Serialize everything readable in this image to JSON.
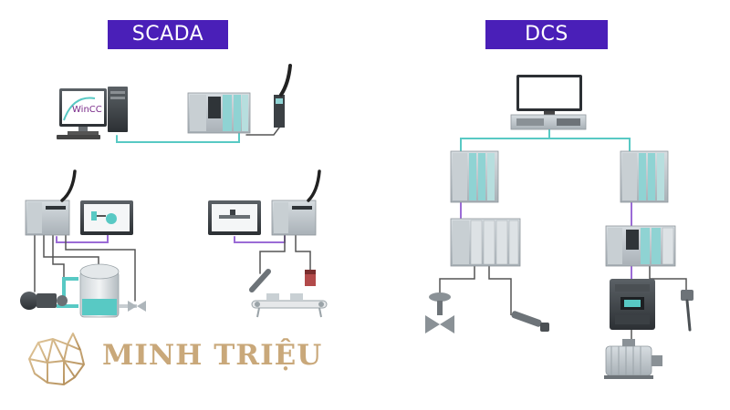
{
  "diagram": {
    "scada": {
      "title": "SCADA",
      "hmi_software": "WinCC"
    },
    "dcs": {
      "title": "DCS"
    }
  },
  "brand": {
    "name": "MINH TRIỆU",
    "logo": "crystal-diamond-logo",
    "color": "#c9a87a"
  },
  "colors": {
    "banner": "#4a1fb8",
    "network_link": "#58c9c4",
    "io_link": "#9b6bd6",
    "cable": "#555555",
    "device_gray": "#bfc6cc",
    "plc_module": "#8fd3d3"
  }
}
